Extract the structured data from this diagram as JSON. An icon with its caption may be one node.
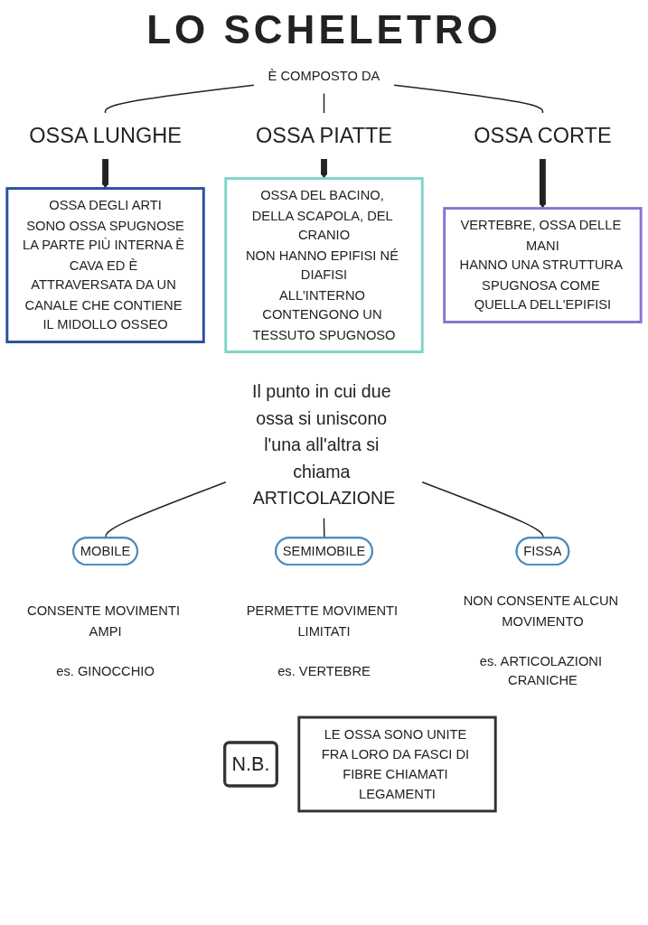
{
  "diagram": {
    "title": "LO SCHELETRO",
    "nodes": [
      {
        "text": [
          "È COMPOSTO DA"
        ]
      },
      {
        "text": [
          "OSSA LUNGHE"
        ]
      },
      {
        "text": [
          "OSSA PIATTE"
        ]
      },
      {
        "text": [
          "OSSA CORTE"
        ]
      },
      {
        "text": [
          "OSSA DEGLI ARTI",
          "SONO OSSA SPUGNOSE",
          "LA PARTE PIÙ INTERNA È CAVA ED È ATTRAVERSATA DA UN CANALE CHE CONTIENE IL MIDOLLO OSSEO"
        ]
      },
      {
        "text": [
          "OSSA DEL BACINO, DELLA SCAPOLA, DEL CRANIO",
          "NON HANNO EPIFISI NÉ DIAFISI",
          "ALL'INTERNO CONTENGONO UN TESSUTO SPUGNOSO"
        ]
      },
      {
        "text": [
          "VERTEBRE, OSSA DELLE MANI",
          "HANNO UNA STRUTTURA SPUGNOSA COME QUELLA DELL'EPIFISI"
        ]
      },
      {
        "text": [
          "Il punto in cui due ossa si uniscono l'una all'altra si chiama ARTICOLAZIONE"
        ]
      },
      {
        "text": [
          "MOBILE"
        ],
        "beside": [
          "CONSENTE MOVIMENTI AMPI",
          "es. GINOCCHIO"
        ]
      },
      {
        "text": [
          "SEMIMOBILE"
        ],
        "beside": [
          "PERMETTE MOVIMENTI LIMITATI",
          "es. VERTEBRE"
        ]
      },
      {
        "text": [
          "FISSA"
        ],
        "beside": [
          "NON CONSENTE ALCUN MOVIMENTO",
          "es. ARTICOLAZIONI CRANICHE"
        ]
      },
      {
        "text": [
          "N.B."
        ]
      },
      {
        "text": [
          "LE OSSA SONO UNITE FRA LORO DA FASCI DI FIBRE CHIAMATI LEGAMENTI"
        ]
      }
    ],
    "edges": [
      {
        "from": 0,
        "to": 1,
        "arrow": "none"
      },
      {
        "from": 0,
        "to": 2,
        "arrow": "none"
      },
      {
        "from": 0,
        "to": 3,
        "arrow": "none"
      },
      {
        "from": 1,
        "to": 4,
        "arrow": "to",
        "style": "thick"
      },
      {
        "from": 2,
        "to": 5,
        "arrow": "to",
        "style": "thick"
      },
      {
        "from": 3,
        "to": 6,
        "arrow": "to",
        "style": "thick"
      },
      {
        "from": 7,
        "to": 8,
        "arrow": "none"
      },
      {
        "from": 7,
        "to": 9,
        "arrow": "none"
      },
      {
        "from": 7,
        "to": 10,
        "arrow": "none"
      }
    ]
  }
}
